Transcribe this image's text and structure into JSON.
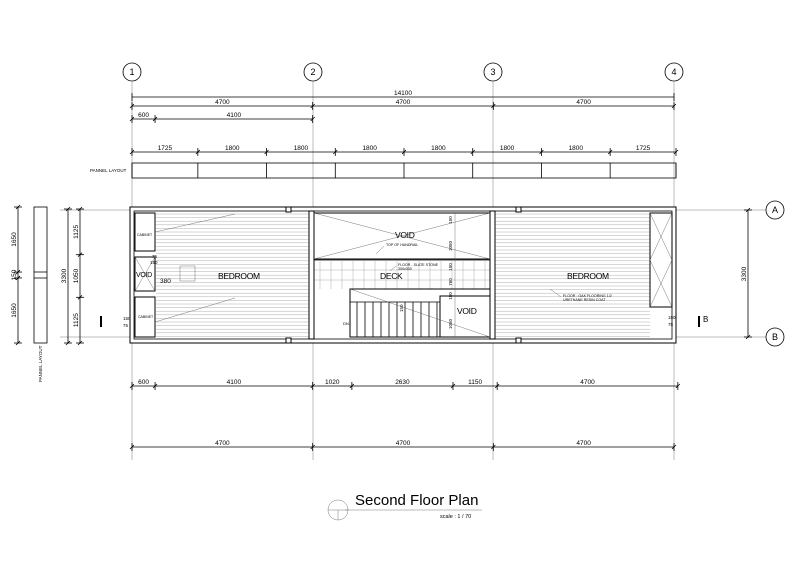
{
  "grid": {
    "columns": [
      "1",
      "2",
      "3",
      "4"
    ],
    "rows": [
      "A",
      "B"
    ]
  },
  "dims_top": {
    "overall": "14100",
    "bays": [
      "4700",
      "4700",
      "4700"
    ],
    "sub": [
      "600",
      "4100"
    ],
    "panel_label": "PANNEL LAYOUT",
    "panels": [
      "1725",
      "1800",
      "1800",
      "1800",
      "1800",
      "1800",
      "1800",
      "1725"
    ]
  },
  "dims_bottom": {
    "row1": [
      "600",
      "4100",
      "1020",
      "2630",
      "1150",
      "4700"
    ],
    "row2": [
      "4700",
      "4700",
      "4700"
    ]
  },
  "dims_left": {
    "overall": "3300",
    "parts": [
      "1125",
      "1050",
      "1125"
    ],
    "panel_label": "PANNEL LAYOUT",
    "panels": [
      "1650",
      "150",
      "1650"
    ]
  },
  "dims_right": {
    "overall": "3300"
  },
  "rooms": {
    "bedroom_left": "BEDROOM",
    "cabinet_top": "CABINET",
    "void_left": "VOID",
    "cabinet_bottom": "CABINET",
    "void_top": "VOID",
    "deck": "DECK",
    "void_bottom": "VOID",
    "bedroom_right": "BEDROOM"
  },
  "notes": {
    "handrail": "TOP OF HANDRAIL",
    "deck_floor_1": "FLOOR - SLATE STONE",
    "deck_floor_2": "300x300",
    "bedroom_floor_1": "FLOOR : OAK FLOORING 1/2",
    "bedroom_floor_2": "URETHANE RESIN COAT",
    "dn": "DN",
    "dim_380": "380",
    "deck_dims": [
      "150",
      "1050",
      "150",
      "760",
      "150",
      "1050"
    ],
    "stair_150": "150",
    "left_small": [
      "75",
      "150",
      "150",
      "75"
    ],
    "right_small": [
      "150",
      "75"
    ]
  },
  "section_marker": "B",
  "title": {
    "text": "Second Floor Plan",
    "scale": "scale : 1 / 70"
  }
}
